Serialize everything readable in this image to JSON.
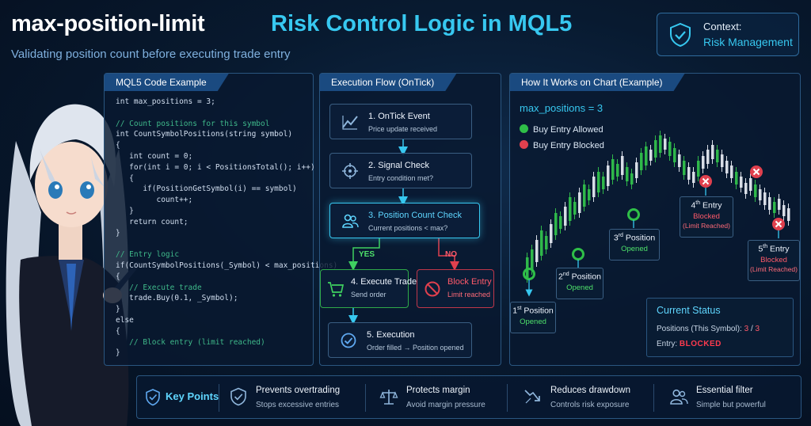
{
  "header": {
    "title_main": "max-position-limit",
    "title_accent": "Risk Control Logic in MQL5",
    "subtitle": "Validating position count before executing trade entry",
    "context_label": "Context:",
    "context_value": "Risk Management"
  },
  "code_panel": {
    "title": "MQL5 Code Example",
    "lines": [
      {
        "text": "int max_positions = 3;",
        "kind": "code"
      },
      {
        "text": "",
        "kind": "code"
      },
      {
        "text": "// Count positions for this symbol",
        "kind": "comment"
      },
      {
        "text": "int CountSymbolPositions(string symbol)",
        "kind": "code"
      },
      {
        "text": "{",
        "kind": "code"
      },
      {
        "text": "   int count = 0;",
        "kind": "code"
      },
      {
        "text": "   for(int i = 0; i < PositionsTotal(); i++)",
        "kind": "code"
      },
      {
        "text": "   {",
        "kind": "code"
      },
      {
        "text": "      if(PositionGetSymbol(i) == symbol)",
        "kind": "code"
      },
      {
        "text": "         count++;",
        "kind": "code"
      },
      {
        "text": "   }",
        "kind": "code"
      },
      {
        "text": "   return count;",
        "kind": "code"
      },
      {
        "text": "}",
        "kind": "code"
      },
      {
        "text": "",
        "kind": "code"
      },
      {
        "text": "// Entry logic",
        "kind": "comment"
      },
      {
        "text": "if(CountSymbolPositions(_Symbol) < max_positions)",
        "kind": "code"
      },
      {
        "text": "{",
        "kind": "code"
      },
      {
        "text": "   // Execute trade",
        "kind": "comment"
      },
      {
        "text": "   trade.Buy(0.1, _Symbol);",
        "kind": "code"
      },
      {
        "text": "}",
        "kind": "code"
      },
      {
        "text": "else",
        "kind": "code"
      },
      {
        "text": "{",
        "kind": "code"
      },
      {
        "text": "   // Block entry (limit reached)",
        "kind": "comment"
      },
      {
        "text": "}",
        "kind": "code"
      }
    ]
  },
  "flow_panel": {
    "title": "Execution Flow (OnTick)",
    "steps": [
      {
        "title": "1. OnTick Event",
        "sub": "Price update received",
        "icon": "chart-line-icon"
      },
      {
        "title": "2. Signal Check",
        "sub": "Entry condition met?",
        "icon": "crosshair-icon"
      },
      {
        "title": "3. Position Count Check",
        "sub": "Current positions < max?",
        "icon": "users-icon"
      },
      {
        "title": "4. Execute Trade",
        "sub": "Send order",
        "icon": "cart-icon"
      },
      {
        "title": "Block Entry",
        "sub": "Limit reached",
        "icon": "ban-icon"
      },
      {
        "title": "5. Execution",
        "sub": "Order filled → Position opened",
        "icon": "check-circle-icon"
      }
    ],
    "yes_label": "YES",
    "no_label": "NO"
  },
  "chart_panel": {
    "title": "How It Works on Chart (Example)",
    "variable": "max_positions = 3",
    "legend_allowed": "Buy Entry Allowed",
    "legend_blocked": "Buy Entry Blocked",
    "color_allowed": "#2fbf48",
    "color_blocked": "#e0404e",
    "entries": [
      {
        "num": "1",
        "sup": "st",
        "label": "Position",
        "status": "Opened",
        "allowed": true
      },
      {
        "num": "2",
        "sup": "nd",
        "label": "Position",
        "status": "Opened",
        "allowed": true
      },
      {
        "num": "3",
        "sup": "rd",
        "label": "Position",
        "status": "Opened",
        "allowed": true
      },
      {
        "num": "4",
        "sup": "th",
        "label": "Entry",
        "status": "Blocked",
        "note": "(Limit Reached)",
        "allowed": false
      },
      {
        "num": "5",
        "sup": "th",
        "label": "Entry",
        "status": "Blocked",
        "note": "(Limit Reached)",
        "allowed": false
      }
    ],
    "status": {
      "title": "Current Status",
      "positions_label": "Positions (This Symbol):",
      "positions_current": "3",
      "positions_sep": "/",
      "positions_max": "3",
      "entry_label": "Entry:",
      "entry_value": "BLOCKED"
    }
  },
  "key_points": {
    "title": "Key Points",
    "items": [
      {
        "title": "Prevents overtrading",
        "sub": "Stops excessive entries",
        "icon": "shield-check-icon"
      },
      {
        "title": "Protects margin",
        "sub": "Avoid margin pressure",
        "icon": "scale-icon"
      },
      {
        "title": "Reduces drawdown",
        "sub": "Controls risk exposure",
        "icon": "trend-down-icon"
      },
      {
        "title": "Essential filter",
        "sub": "Simple but powerful",
        "icon": "users-icon"
      }
    ]
  }
}
